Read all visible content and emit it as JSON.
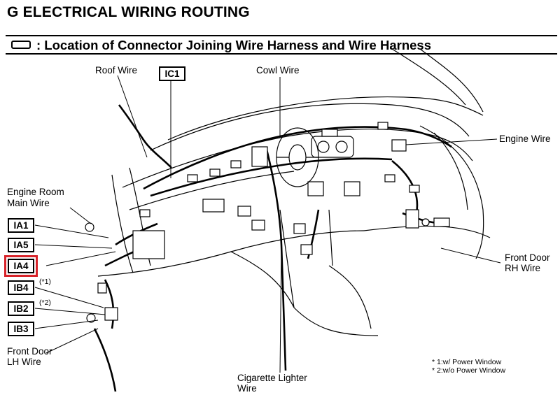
{
  "header": {
    "title": "G  ELECTRICAL WIRING ROUTING",
    "subtitle": ": Location of Connector Joining Wire Harness and Wire Harness"
  },
  "labels": {
    "roof_wire": "Roof Wire",
    "cowl_wire": "Cowl Wire",
    "engine_wire": "Engine Wire",
    "engine_room_main_wire_1": "Engine Room",
    "engine_room_main_wire_2": "Main Wire",
    "front_door_rh_wire_1": "Front Door",
    "front_door_rh_wire_2": "RH Wire",
    "front_door_lh_wire_1": "Front Door",
    "front_door_lh_wire_2": "LH Wire",
    "cigarette_lighter_wire_1": "Cigarette Lighter",
    "cigarette_lighter_wire_2": "Wire"
  },
  "connectors": {
    "ic1": "IC1",
    "ia1": "IA1",
    "ia5": "IA5",
    "ia4": "IA4",
    "ib4": "IB4",
    "ib2": "IB2",
    "ib3": "IB3"
  },
  "notes": {
    "ib4_note": "(*1)",
    "ib2_note": "(*2)"
  },
  "legend": {
    "line1": "* 1:w/ Power Window",
    "line2": "* 2:w/o Power Window"
  },
  "colors": {
    "highlight": "#d8232a",
    "ink": "#000000"
  }
}
